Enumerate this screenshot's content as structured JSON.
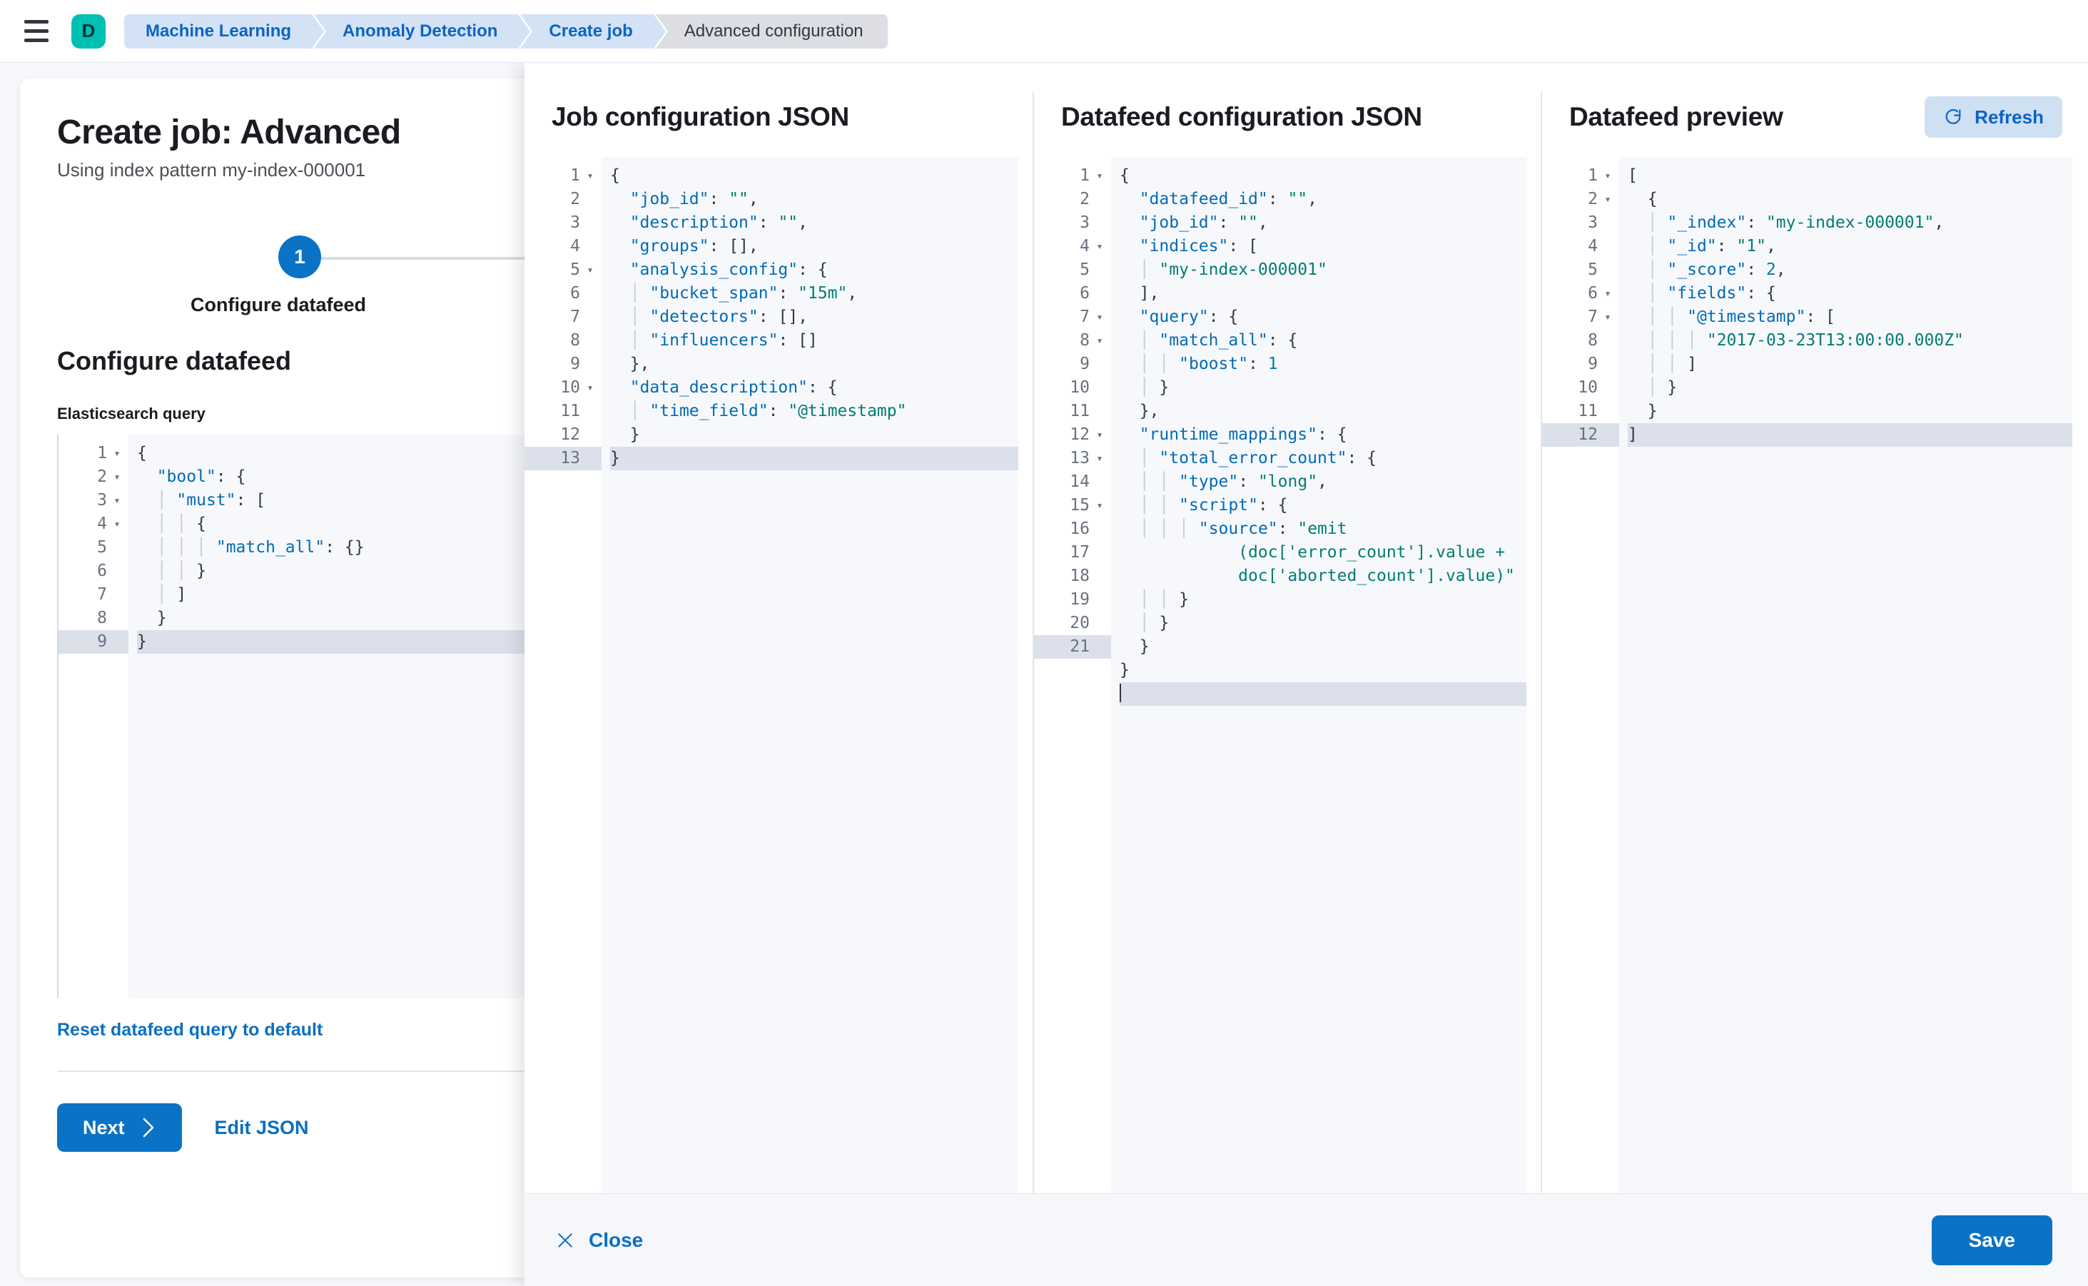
{
  "topbar": {
    "menu_icon": "hamburger-menu-icon",
    "logo_letter": "D",
    "logo_color": "#00bfb3",
    "breadcrumbs": [
      {
        "label": "Machine Learning",
        "active": false
      },
      {
        "label": "Anomaly Detection",
        "active": false
      },
      {
        "label": "Create job",
        "active": false
      },
      {
        "label": "Advanced configuration",
        "active": true
      }
    ]
  },
  "page": {
    "title": "Create job: Advanced",
    "subtitle": "Using index pattern my-index-000001",
    "step_number": "1",
    "step_label": "Configure datafeed",
    "section_title": "Configure datafeed",
    "field_label": "Elasticsearch query",
    "reset_link": "Reset datafeed query to default",
    "next_label": "Next",
    "next_icon": "chevron-right-icon",
    "edit_json_label": "Edit JSON",
    "accent_color": "#0a73c6"
  },
  "es_query_editor": {
    "lines": [
      {
        "n": "1",
        "fold": true,
        "text": "{"
      },
      {
        "n": "2",
        "fold": true,
        "text": "  \"bool\": {"
      },
      {
        "n": "3",
        "fold": true,
        "text": "    \"must\": ["
      },
      {
        "n": "4",
        "fold": true,
        "text": "      {"
      },
      {
        "n": "5",
        "fold": false,
        "text": "        \"match_all\": {}"
      },
      {
        "n": "6",
        "fold": false,
        "text": "      }"
      },
      {
        "n": "7",
        "fold": false,
        "text": "    ]"
      },
      {
        "n": "8",
        "fold": false,
        "text": "  }"
      },
      {
        "n": "9",
        "fold": false,
        "text": "}",
        "active": true
      }
    ]
  },
  "flyout": {
    "columns": [
      {
        "title": "Job configuration JSON"
      },
      {
        "title": "Datafeed configuration JSON"
      },
      {
        "title": "Datafeed preview"
      }
    ],
    "refresh_label": "Refresh",
    "refresh_icon": "refresh-icon",
    "close_label": "Close",
    "close_icon": "close-x-icon",
    "save_label": "Save"
  },
  "job_config_editor": {
    "lines": [
      {
        "n": "1",
        "fold": true,
        "text": "{"
      },
      {
        "n": "2",
        "fold": false,
        "text": "  \"job_id\": \"\","
      },
      {
        "n": "3",
        "fold": false,
        "text": "  \"description\": \"\","
      },
      {
        "n": "4",
        "fold": false,
        "text": "  \"groups\": [],"
      },
      {
        "n": "5",
        "fold": true,
        "text": "  \"analysis_config\": {"
      },
      {
        "n": "6",
        "fold": false,
        "text": "    \"bucket_span\": \"15m\","
      },
      {
        "n": "7",
        "fold": false,
        "text": "    \"detectors\": [],"
      },
      {
        "n": "8",
        "fold": false,
        "text": "    \"influencers\": []"
      },
      {
        "n": "9",
        "fold": false,
        "text": "  },"
      },
      {
        "n": "10",
        "fold": true,
        "text": "  \"data_description\": {"
      },
      {
        "n": "11",
        "fold": false,
        "text": "    \"time_field\": \"@timestamp\""
      },
      {
        "n": "12",
        "fold": false,
        "text": "  }"
      },
      {
        "n": "13",
        "fold": false,
        "text": "}",
        "active": true
      }
    ]
  },
  "datafeed_config_editor": {
    "lines": [
      {
        "n": "1",
        "fold": true,
        "text": "{"
      },
      {
        "n": "2",
        "fold": false,
        "text": "  \"datafeed_id\": \"\","
      },
      {
        "n": "3",
        "fold": false,
        "text": "  \"job_id\": \"\","
      },
      {
        "n": "4",
        "fold": true,
        "text": "  \"indices\": ["
      },
      {
        "n": "5",
        "fold": false,
        "text": "    \"my-index-000001\""
      },
      {
        "n": "6",
        "fold": false,
        "text": "  ],"
      },
      {
        "n": "7",
        "fold": true,
        "text": "  \"query\": {"
      },
      {
        "n": "8",
        "fold": true,
        "text": "    \"match_all\": {"
      },
      {
        "n": "9",
        "fold": false,
        "text": "      \"boost\": 1"
      },
      {
        "n": "10",
        "fold": false,
        "text": "    }"
      },
      {
        "n": "11",
        "fold": false,
        "text": "  },"
      },
      {
        "n": "12",
        "fold": true,
        "text": "  \"runtime_mappings\": {"
      },
      {
        "n": "13",
        "fold": true,
        "text": "    \"total_error_count\": {"
      },
      {
        "n": "14",
        "fold": false,
        "text": "      \"type\": \"long\","
      },
      {
        "n": "15",
        "fold": true,
        "text": "      \"script\": {"
      },
      {
        "n": "16",
        "fold": false,
        "text": "        \"source\": \"emit(doc['error_count'].value + doc['aborted_count'].value)\""
      },
      {
        "n": "17",
        "fold": false,
        "text": "      }"
      },
      {
        "n": "18",
        "fold": false,
        "text": "    }"
      },
      {
        "n": "19",
        "fold": false,
        "text": "  }"
      },
      {
        "n": "20",
        "fold": false,
        "text": "}"
      },
      {
        "n": "21",
        "fold": false,
        "text": "",
        "active": true,
        "caret": true
      }
    ]
  },
  "datafeed_preview_editor": {
    "lines": [
      {
        "n": "1",
        "fold": true,
        "text": "["
      },
      {
        "n": "2",
        "fold": true,
        "text": "  {"
      },
      {
        "n": "3",
        "fold": false,
        "text": "    \"_index\": \"my-index-000001\","
      },
      {
        "n": "4",
        "fold": false,
        "text": "    \"_id\": \"1\","
      },
      {
        "n": "5",
        "fold": false,
        "text": "    \"_score\": 2,"
      },
      {
        "n": "6",
        "fold": true,
        "text": "    \"fields\": {"
      },
      {
        "n": "7",
        "fold": true,
        "text": "      \"@timestamp\": ["
      },
      {
        "n": "8",
        "fold": false,
        "text": "        \"2017-03-23T13:00:00.000Z\""
      },
      {
        "n": "9",
        "fold": false,
        "text": "      ]"
      },
      {
        "n": "10",
        "fold": false,
        "text": "    }"
      },
      {
        "n": "11",
        "fold": false,
        "text": "  }"
      },
      {
        "n": "12",
        "fold": false,
        "text": "]",
        "active": true
      }
    ]
  }
}
